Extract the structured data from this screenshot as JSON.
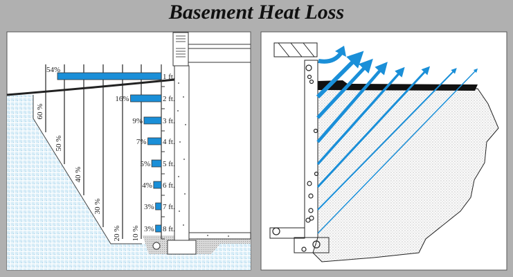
{
  "title": "Basement Heat Loss",
  "colors": {
    "background": "#b0b0b0",
    "panel": "#ffffff",
    "heat": "#1a8fd8",
    "soil": "#bfe0f0",
    "gravel": "#cfcfcf"
  },
  "left_panel": {
    "depth_bars": [
      {
        "depth": "1 ft.",
        "percent": "54%",
        "value": 54
      },
      {
        "depth": "2 ft.",
        "percent": "16%",
        "value": 16
      },
      {
        "depth": "3 ft.",
        "percent": "9%",
        "value": 9
      },
      {
        "depth": "4 ft.",
        "percent": "7%",
        "value": 7
      },
      {
        "depth": "5 ft.",
        "percent": "5%",
        "value": 5
      },
      {
        "depth": "6 ft.",
        "percent": "4%",
        "value": 4
      },
      {
        "depth": "7 ft.",
        "percent": "3%",
        "value": 3
      },
      {
        "depth": "8 ft.",
        "percent": "3%",
        "value": 3
      }
    ],
    "scale_lines": [
      "60 %",
      "50 %",
      "40 %",
      "30 %",
      "20 %",
      "10 %"
    ]
  },
  "right_panel": {
    "heat_arrows": 8
  }
}
